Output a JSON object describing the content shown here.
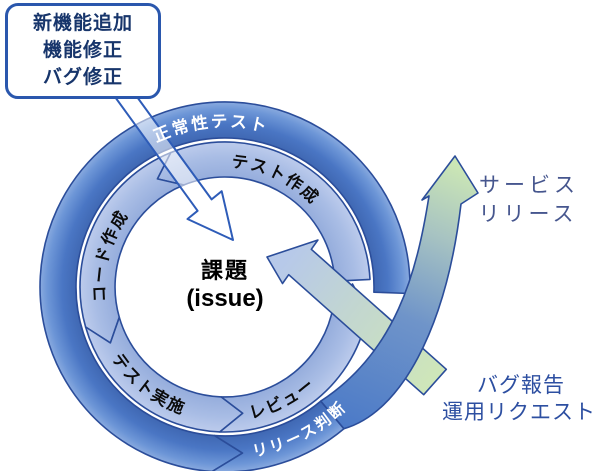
{
  "diagram": {
    "trigger_box": {
      "lines": [
        "新機能追加",
        "機能修正",
        "バグ修正"
      ]
    },
    "outer_ring": {
      "segments": [
        {
          "label": "正常性テスト"
        },
        {
          "label": "リリース判断"
        }
      ]
    },
    "inner_ring": {
      "segments": [
        {
          "label": "テスト作成"
        },
        {
          "label": "コード作成"
        },
        {
          "label": "テスト実施"
        },
        {
          "label": "レビュー"
        }
      ]
    },
    "center": {
      "title": "課題",
      "subtitle": "(issue)"
    },
    "release_arrow": {
      "label": [
        "サービス",
        "リリース"
      ]
    },
    "feedback_arrow": {
      "label": [
        "バグ報告",
        "運用リクエスト"
      ]
    },
    "colors": {
      "outer_ring": "#4473c4",
      "inner_ring": "#a5bae3",
      "outline": "#2b4d9a",
      "arrow_green": "#cde7b6",
      "box_border": "#2a57ad",
      "box_text": "#17356b",
      "release_text": "#46568e",
      "feedback_text": "#2d4fa1"
    }
  }
}
